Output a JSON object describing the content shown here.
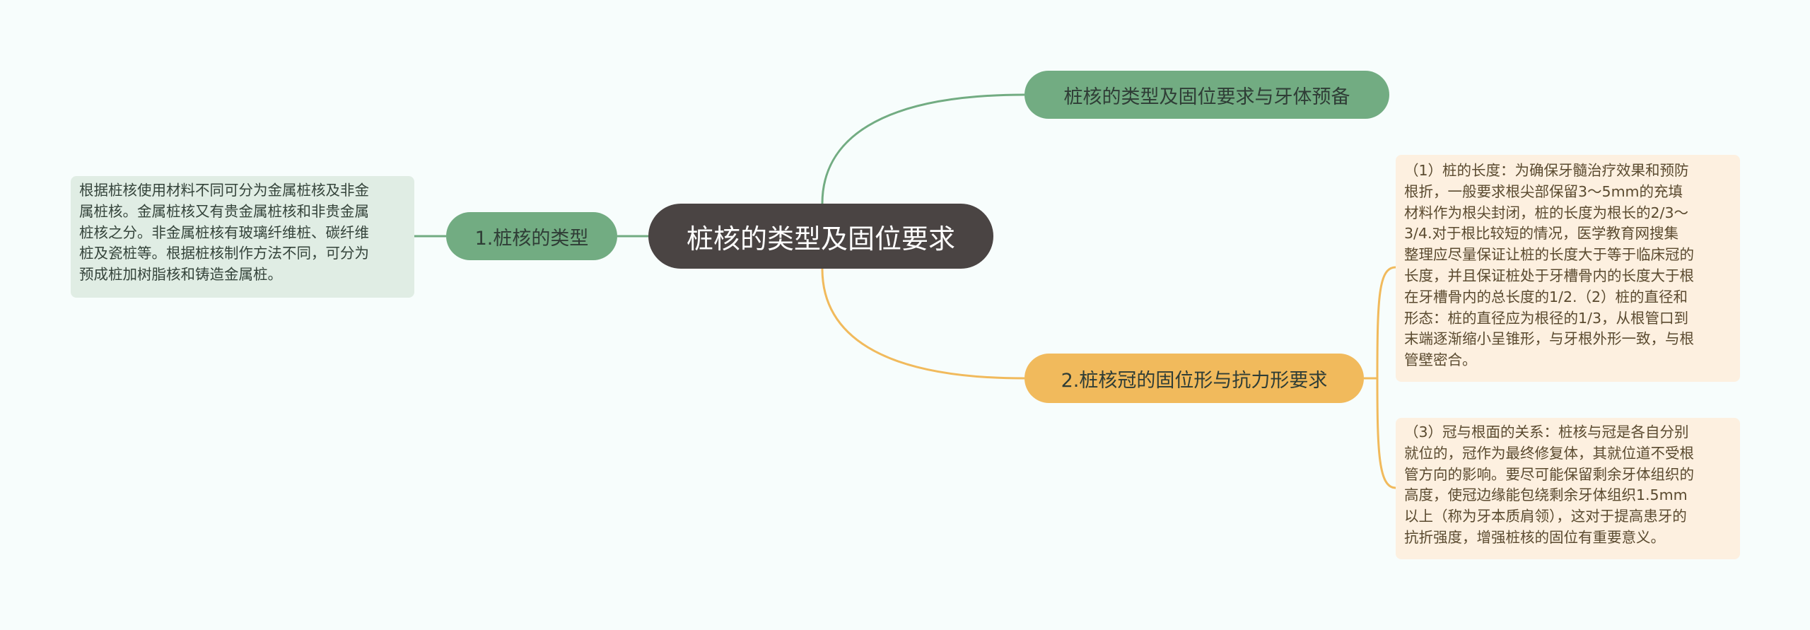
{
  "root": {
    "label": "桩核的类型及固位要求"
  },
  "topics": {
    "top": {
      "label": "桩核的类型及固位要求与牙体预备"
    },
    "left": {
      "label": "1.桩核的类型"
    },
    "bottom": {
      "label": "2.桩核冠的固位形与抗力形要求"
    }
  },
  "notes": {
    "left": "根据桩核使用材料不同可分为金属桩核及非金\n属桩核。金属桩核又有贵金属桩核和非贵金属\n桩核之分。非金属桩核有玻璃纤维桩、碳纤维\n桩及瓷桩等。根据桩核制作方法不同，可分为\n预成桩加树脂核和铸造金属桩。",
    "right1": "（1）桩的长度：为确保牙髓治疗效果和预防\n根折，一般要求根尖部保留3～5mm的充填\n材料作为根尖封闭，桩的长度为根长的2/3～\n3/4.对于根比较短的情况，医学教育网搜集\n整理应尽量保证让桩的长度大于等于临床冠的\n长度，并且保证桩处于牙槽骨内的长度大于根\n在牙槽骨内的总长度的1/2.（2）桩的直径和\n形态：桩的直径应为根径的1/3，从根管口到\n末端逐渐缩小呈锥形，与牙根外形一致，与根\n管壁密合。",
    "right2": "（3）冠与根面的关系：桩核与冠是各自分别\n就位的，冠作为最终修复体，其就位道不受根\n管方向的影响。要尽可能保留剩余牙体组织的\n高度，使冠边缘能包绕剩余牙体组织1.5mm\n以上（称为牙本质肩领），这对于提高患牙的\n抗折强度，增强桩核的固位有重要意义。"
  },
  "colors": {
    "background": "#f7fdfc",
    "root": "#4a4443",
    "green": "#72ac82",
    "orange": "#f1ba5c",
    "green_note": "#e0ede4",
    "orange_note": "#fdf0e0"
  }
}
